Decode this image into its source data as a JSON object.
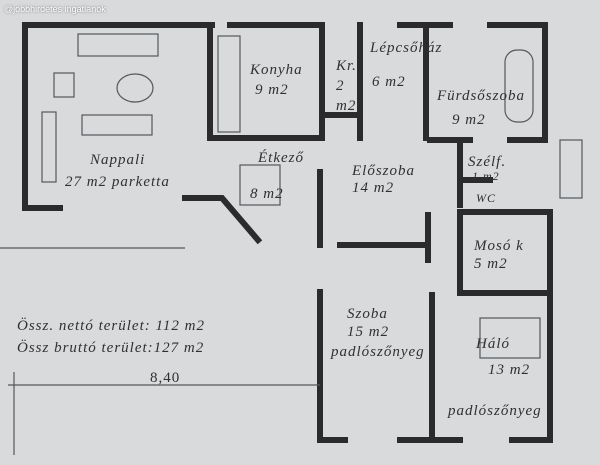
{
  "watermark": "@jobbhirdetes ingatlanok",
  "rooms": {
    "nappali": {
      "name": "Nappali",
      "area": "27 m2 parketta"
    },
    "konyha": {
      "name": "Konyha",
      "area": "9 m2"
    },
    "kamra": {
      "name": "Kr.",
      "area_num": "2",
      "area_unit": "m2"
    },
    "lepcsohaz": {
      "name": "Lépcsőház",
      "area": "6 m2"
    },
    "furdoszoba": {
      "name": "Fürdsőszoba",
      "area": "9 m2"
    },
    "etkezo": {
      "name": "Étkező",
      "area": "8 m2"
    },
    "eloszoba": {
      "name": "Előszoba",
      "area": "14 m2"
    },
    "szelfogo": {
      "name": "Szélf.",
      "area": "1 m2"
    },
    "wc": {
      "name": "WC"
    },
    "moso": {
      "name": "Mosó k",
      "area": "5 m2"
    },
    "szoba": {
      "name": "Szoba",
      "area": "15 m2",
      "floor": "padlószőnyeg"
    },
    "halo": {
      "name": "Háló",
      "area": "13 m2",
      "floor": "padlószőnyeg"
    }
  },
  "totals": {
    "net": "Össz. nettó terület: 112 m2",
    "gross": "Össz bruttó terület:127 m2"
  },
  "dimension": "8,40"
}
